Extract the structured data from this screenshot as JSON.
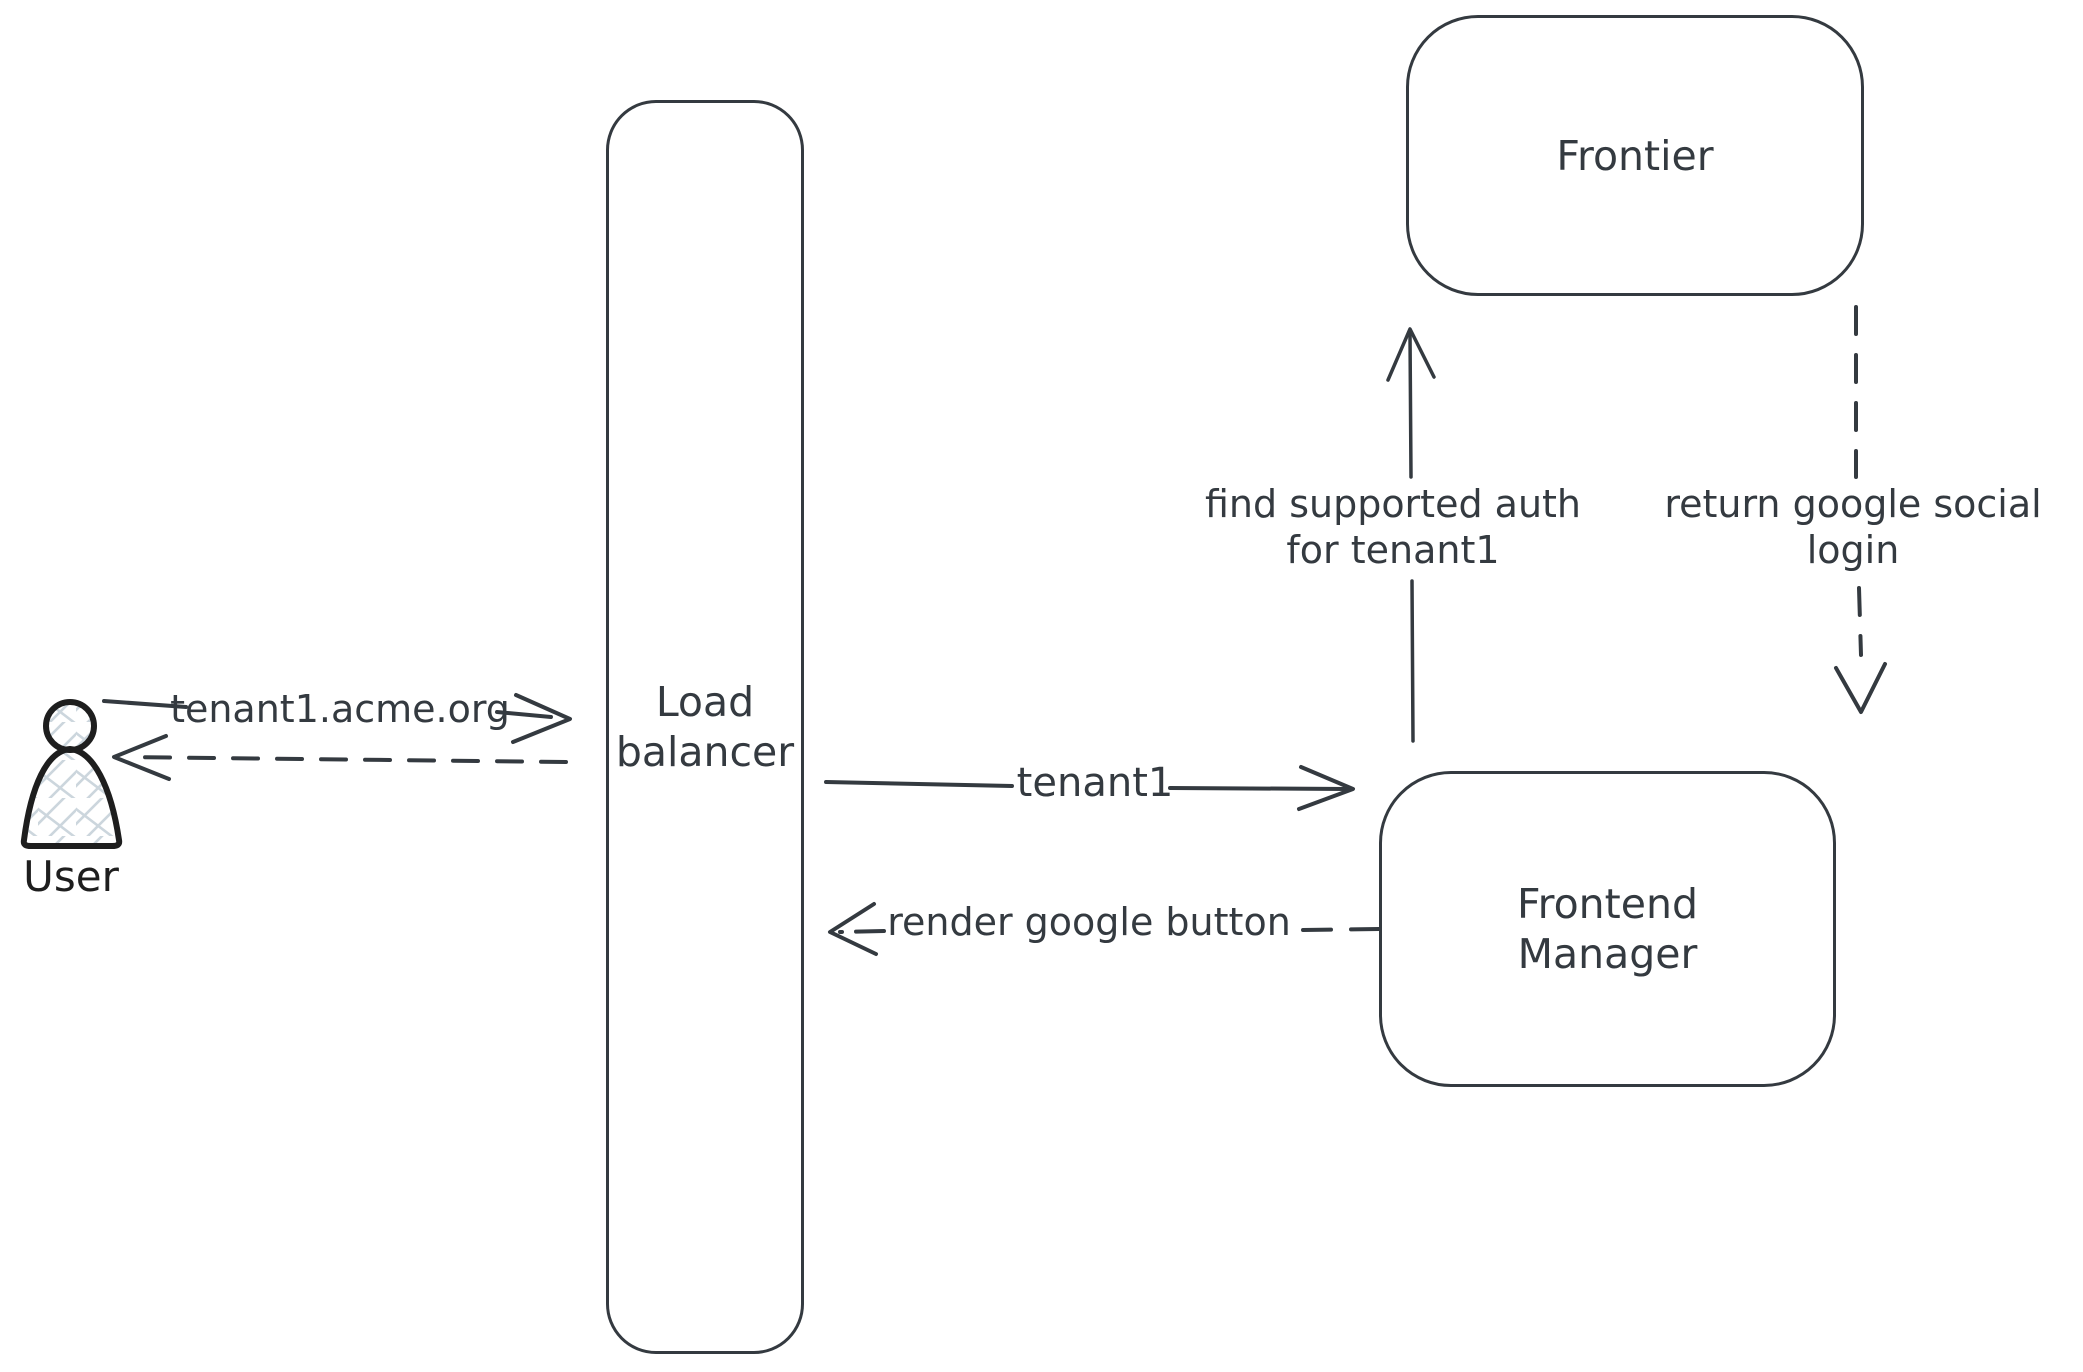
{
  "canvas": {
    "background": "#ffffff"
  },
  "colors": {
    "stroke": "#343a40",
    "user_stroke": "#1e1e1e",
    "hatch_fill": "#ccd6dd"
  },
  "nodes": {
    "user": {
      "label": "User"
    },
    "load_balancer": {
      "line1": "Load",
      "line2": "balancer"
    },
    "frontier": {
      "label": "Frontier"
    },
    "frontend_manager": {
      "line1": "Frontend",
      "line2": "Manager"
    }
  },
  "edges": {
    "user_to_load_balancer": {
      "label": "tenant1.acme.org",
      "style": "solid"
    },
    "load_balancer_to_user": {
      "label": "",
      "style": "dashed"
    },
    "load_balancer_to_frontend_manager": {
      "label": "tenant1",
      "style": "solid"
    },
    "frontend_manager_to_load_balancer": {
      "label": "render google button",
      "style": "dashed"
    },
    "frontend_manager_to_frontier": {
      "label_line1": "find supported auth",
      "label_line2": "for tenant1",
      "style": "solid"
    },
    "frontier_to_frontend_manager": {
      "label_line1": "return google social",
      "label_line2": "login",
      "style": "dashed"
    }
  }
}
